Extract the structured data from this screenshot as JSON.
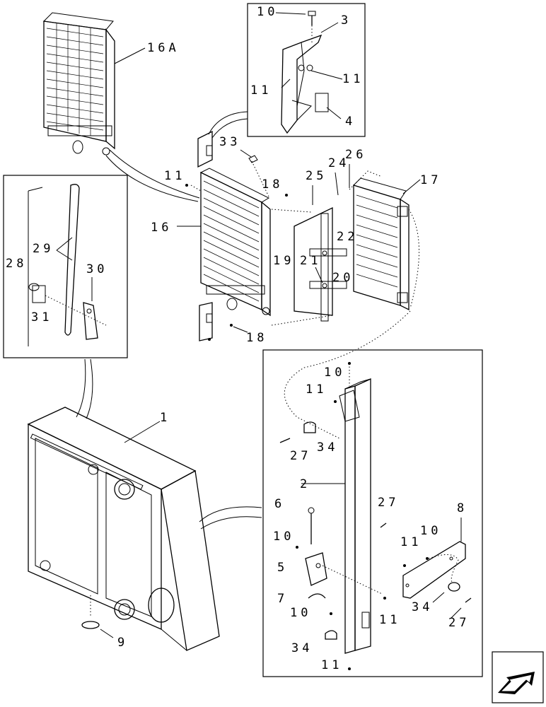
{
  "callouts": {
    "c16a": "16A",
    "c10a": "10",
    "c3a": "3",
    "c11a": "11",
    "c11b": "11",
    "c4a": "4",
    "c33": "33",
    "c11c": "11",
    "c18a": "18",
    "c25": "25",
    "c24": "24",
    "c26": "26",
    "c17": "17",
    "c16": "16",
    "c22": "22",
    "c19": "19",
    "c21": "21",
    "c20": "20",
    "c18b": "18",
    "c29": "29",
    "c28": "28",
    "c30": "30",
    "c31": "31",
    "c1": "1",
    "c9": "9",
    "c10b": "10",
    "c11d": "11",
    "c27a": "27",
    "c34a": "34",
    "c2": "2",
    "c6": "6",
    "c27b": "27",
    "c10c": "10",
    "c8": "8",
    "c10d": "10",
    "c11e": "11",
    "c5": "5",
    "c7": "7",
    "c34b": "34",
    "c27c": "27",
    "c10e": "10",
    "c11f": "11",
    "c34c": "34",
    "c11g": "11"
  },
  "nav_icon": "next-page-arrow-icon"
}
